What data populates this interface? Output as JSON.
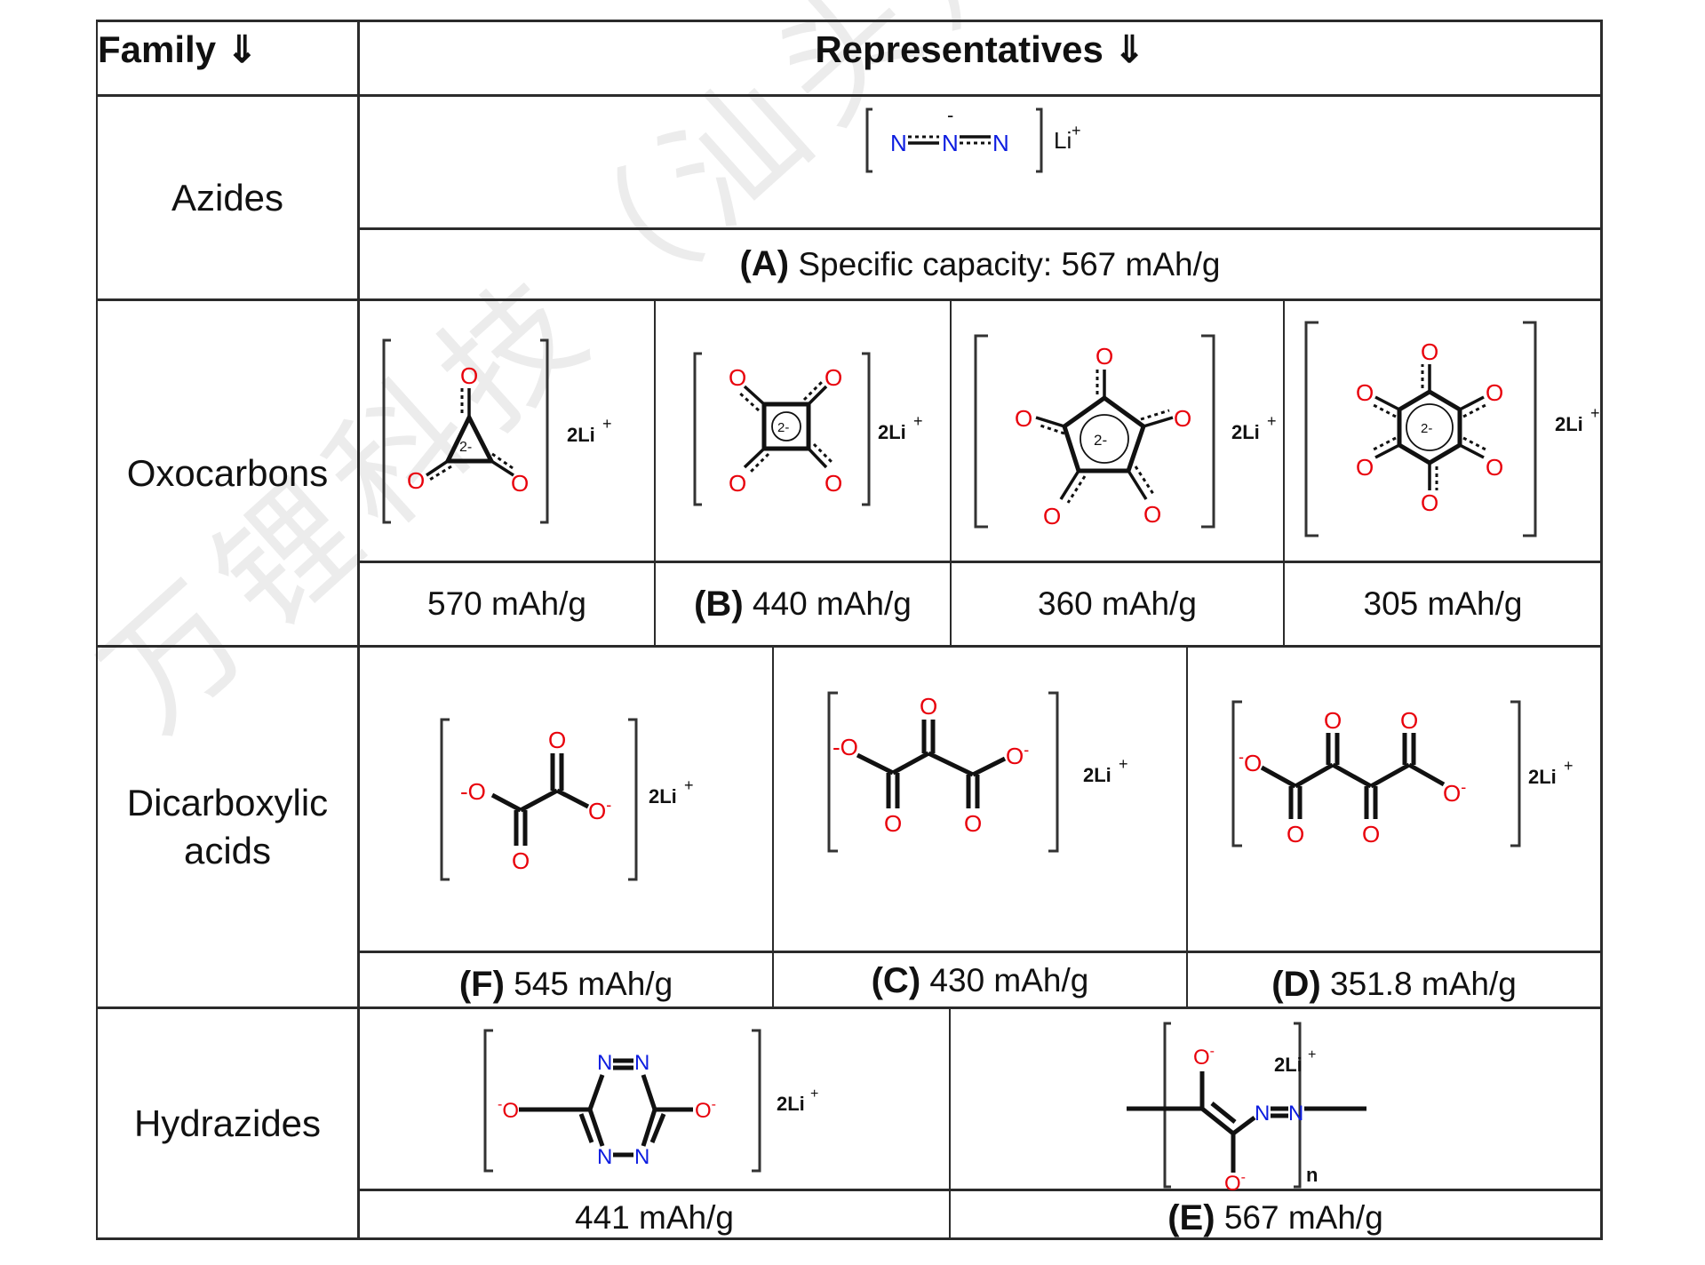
{
  "watermark": "万锂科技（汕头）有限公司",
  "header": {
    "family": "Family ⇓",
    "representatives": "Representatives ⇓"
  },
  "colors": {
    "oxygen": "#e8000b",
    "nitrogen": "#0d1de0",
    "border": "#2b2b2b"
  },
  "families": [
    {
      "name": "Azides",
      "representatives": [
        {
          "molecule": "lithium azide",
          "atoms": [
            "N",
            "N",
            "N"
          ],
          "charge": "-",
          "counter_ion": "Li+",
          "label": "(A)",
          "capacity": "Specific capacity: 567 mAh/g"
        }
      ]
    },
    {
      "name": "Oxocarbons",
      "representatives": [
        {
          "molecule": "deltate",
          "ring_charge": "2-",
          "counter_ion": "2Li+",
          "label": "",
          "capacity": "570 mAh/g"
        },
        {
          "molecule": "squarate",
          "ring_charge": "2-",
          "counter_ion": "2Li+",
          "label": "(B)",
          "capacity": "440 mAh/g"
        },
        {
          "molecule": "croconate",
          "ring_charge": "2-",
          "counter_ion": "2Li+",
          "label": "",
          "capacity": "360 mAh/g"
        },
        {
          "molecule": "rhodizonate",
          "ring_charge": "2-",
          "counter_ion": "2Li+",
          "label": "",
          "capacity": "305 mAh/g"
        }
      ]
    },
    {
      "name": "Dicarboxylic acids",
      "name_lines": [
        "Dicarboxylic",
        "acids"
      ],
      "representatives": [
        {
          "molecule": "oxalate",
          "counter_ion": "2Li+",
          "label": "(F)",
          "capacity": "545 mAh/g"
        },
        {
          "molecule": "ketomalonate",
          "counter_ion": "2Li+",
          "label": "(C)",
          "capacity": "430 mAh/g"
        },
        {
          "molecule": "dioxosuccinate",
          "counter_ion": "2Li+",
          "label": "(D)",
          "capacity": "351.8 mAh/g"
        }
      ]
    },
    {
      "name": "Hydrazides",
      "representatives": [
        {
          "molecule": "tetrazine diolate",
          "counter_ion": "2Li+",
          "label": "",
          "capacity": "441 mAh/g"
        },
        {
          "molecule": "azo polymer",
          "counter_ion": "2Li+",
          "repeat": "n",
          "label": "(E)",
          "capacity": "567 mAh/g"
        }
      ]
    }
  ],
  "atom_labels": {
    "O": "O",
    "N": "N",
    "Li": "2Li",
    "Li1": "Li",
    "plus": "+",
    "minus": "-",
    "ring": "2-",
    "n": "n"
  }
}
